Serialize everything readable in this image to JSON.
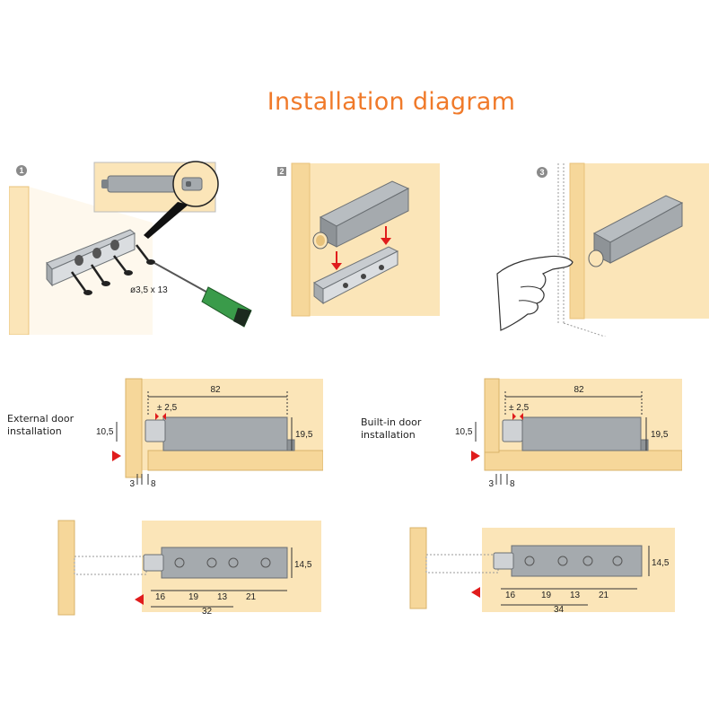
{
  "title": "Installation diagram",
  "steps": [
    {
      "number": "1",
      "screw_label": "ø3,5 x 13"
    },
    {
      "number": "2"
    },
    {
      "number": "3"
    }
  ],
  "sections": [
    {
      "label_line1": "External door",
      "label_line2": "installation",
      "dims": {
        "length": "82",
        "tolerance": "± 2,5",
        "height": "19,5",
        "offset": "10,5",
        "gap": "3",
        "depth": "8"
      }
    },
    {
      "label_line1": "Built-in door",
      "label_line2": "installation",
      "dims": {
        "length": "82",
        "tolerance": "± 2,5",
        "height": "19,5",
        "offset": "10,5",
        "gap": "3",
        "depth": "8"
      }
    }
  ],
  "bottom": [
    {
      "dims": {
        "a": "16",
        "b": "19",
        "c": "13",
        "d": "21",
        "total": "32",
        "width": "14,5"
      }
    },
    {
      "dims": {
        "a": "16",
        "b": "19",
        "c": "13",
        "d": "21",
        "total": "34",
        "width": "14,5"
      }
    }
  ],
  "colors": {
    "title": "#f07a2a",
    "wood": "#fbe5b8",
    "wood_edge": "#e8c27a",
    "metal": "#9ea3a8",
    "arrow": "#e01c1c"
  }
}
